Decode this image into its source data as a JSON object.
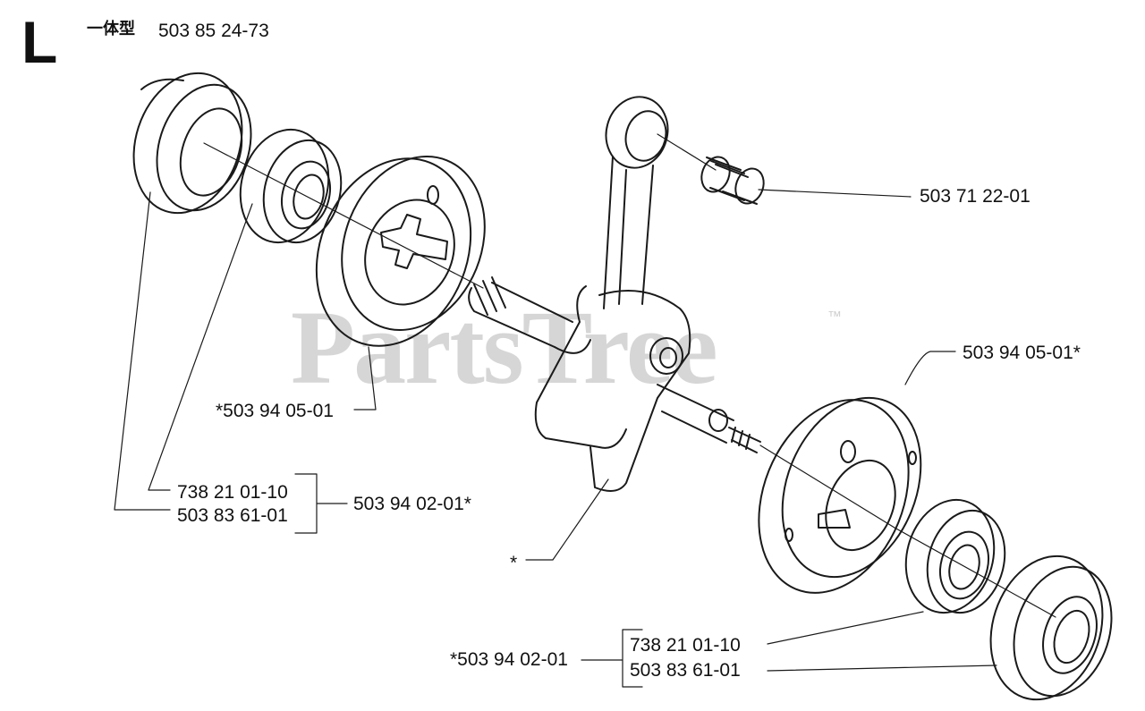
{
  "header": {
    "section_letter": "L",
    "variant_label": "一体型",
    "assembly_part_number": "503 85 24-73"
  },
  "watermark": {
    "text": "PartsTree",
    "tm": "™"
  },
  "callouts": {
    "needle_bearing": "503 71 22-01",
    "flywheel_side_half_right": "503 94 05-01*",
    "flywheel_side_half_left": "*503 94 05-01",
    "crank_kit": "503 94 02-01*",
    "left_bearing": "738 21 01-10",
    "left_seal": "503 83 61-01",
    "crankshaft": "*",
    "crank_kit_bottom": "*503 94 02-01",
    "right_bearing": "738 21 01-10",
    "right_seal": "503 83 61-01"
  },
  "colors": {
    "line": "#1a1a1a",
    "watermark": "#cfcfcf"
  }
}
